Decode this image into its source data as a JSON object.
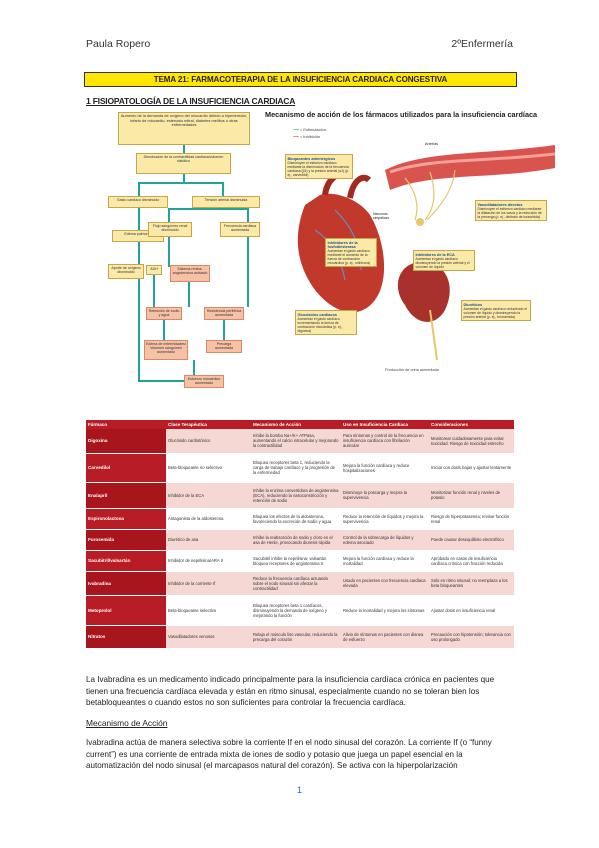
{
  "header": {
    "author": "Paula Ropero",
    "course": "2ºEnfermería"
  },
  "title": "TEMA 21: FARMACOTERAPIA DE LA INSUFICIENCIA CARDIACA CONGESTIVA",
  "section": "1 FISIOPATOLOGÍA DE LA INSUFICIENCIA CARDIACA",
  "flowchart": {
    "top": "Aumento de la demanda de oxígeno del miocardio debido a hipertensión, infarto de miocardio, estenosis mitral, diabetes mellitus u otras enfermedades",
    "contractility": "Disminución de la contractilidad cardiaca/volumen sistólico",
    "output_down": "Gasto cardiaco disminuido",
    "pressure_down": "Tensión arterial disminuida",
    "pulmonary": "Edema pulmonar",
    "renal_flow": "Flujo sanguíneo renal disminuido",
    "heart_rate": "Frecuencia cardiaca aumentada",
    "oxygen": "Aporte de oxígeno disminuido",
    "adh": "ADH",
    "raas": "Sistema renina-angiotensina activado",
    "retention": "Retención de sodio y agua",
    "resistance": "Resistencia periférica aumentada",
    "edema": "Edema de extremidades/ Volumen sanguíneo aumentado",
    "preload": "Precarga aumentada",
    "effort": "Esfuerzo miocárdico aumentado"
  },
  "illustration": {
    "title": "Mecanismo de acción de los fármacos utilizados para la insuficiencia cardíaca",
    "legend_stim": "= Estimulación",
    "legend_inhib": "= Inhibición",
    "arteries": "Arterias",
    "nerves": "Neuronas simpáticas",
    "caption": "Producción de orina aumentada",
    "callouts": [
      {
        "name": "Bloqueantes adrenérgicos",
        "text": "Disminuyen el esfuerzo cardiaco mediante la disminución de la frecuencia cardíaca (β1) y la presión arterial (α1) (p. ej., carvedilol)"
      },
      {
        "name": "Vasodilatadores directos",
        "text": "Disminuyen el esfuerzo cardiaco mediante la dilatación de los vasos y la reducción de la precarga (p. ej., dinitrato de isosorbida)"
      },
      {
        "name": "Inhibidores de la fosfodiesterasa",
        "text": "Aumentan el gasto cardíaco mediante el aumento de la fuerza de contracción miocárdica (p. ej., milrinona)"
      },
      {
        "name": "Inhibidores de la ECA",
        "text": "Aumentan el gasto cardíaco disminuyendo la presión arterial y el volumen de líquido"
      },
      {
        "name": "Diuréticos",
        "text": "Aumentan el gasto cardíaco reduciendo el volumen de líquido y disminuyendo la presión arterial (p. ej., furosemida)"
      },
      {
        "name": "Glucósidos cardiacos",
        "text": "Aumentan el gasto cardíaco incrementando la fuerza de contracción miocárdica (p. ej., digoxina)"
      }
    ]
  },
  "table": {
    "headers": [
      "Fármaco",
      "Clase Terapéutica",
      "Mecanismo de Acción",
      "Uso en Insuficiencia Cardíaca",
      "Consideraciones"
    ],
    "rows": [
      [
        "Digoxina",
        "Glucósido cardiotónico",
        "Inhibe la bomba Na+/K+ ATPasa, aumentando el calcio intracelular y mejorando la contractilidad",
        "Para síntomas y control de la frecuencia en insuficiencia cardíaca con fibrilación auricular",
        "Monitorear cuidadosamente para evitar toxicidad. Riesgo de toxicidad estrecho"
      ],
      [
        "Carvedilol",
        "Beta-bloqueante no selectivo",
        "Bloquea receptores beta 1, reduciendo la carga de trabajo cardíaco y la progresión de la enfermedad",
        "Mejora la función cardíaca y reduce hospitalizaciones",
        "Iniciar con dosis bajas y ajustar lentamente"
      ],
      [
        "Enalapril",
        "Inhibidor de la ECA",
        "Inhibe la enzima convertidora de angiotensina (ECA), reduciendo la vasoconstricción y retención de sodio",
        "Disminuye la poscarga y mejora la supervivencia",
        "Monitorizar función renal y niveles de potasio"
      ],
      [
        "Espironolactona",
        "Antagonista de la aldosterona",
        "Bloquea los efectos de la aldosterona, favoreciendo la excreción de sodio y agua",
        "Reduce la retención de líquidos y mejora la supervivencia",
        "Riesgo de hiperpotasemia; revisar función renal"
      ],
      [
        "Furosemida",
        "Diurético de asa",
        "Inhibe la reabsorción de sodio y cloro en el asa de Henle, provocando diuresis rápida",
        "Control de la sobrecarga de líquidos y edema asociado",
        "Puede causar desequilibrio electrolítico"
      ],
      [
        "Sacubitril/valsartán",
        "Inhibidor de neprilisina/ARA II",
        "Sacubitril inhibe la neprilisina; valsartán bloquea receptores de angiotensina II",
        "Mejora la función cardíaca y reduce la mortalidad",
        "Aprobado en casos de insuficiencia cardíaca crónica con fracción reducida"
      ],
      [
        "Ivabradina",
        "Inhibidor de la corriente If",
        "Reduce la frecuencia cardíaca actuando sobre el nodo sinusal sin afectar la contractilidad",
        "Usado en pacientes con frecuencia cardíaca elevada",
        "Solo en ritmo sinusal; no reemplaza a los beta bloqueantes"
      ],
      [
        "Metoprolol",
        "Beta-bloqueante selectivo",
        "Bloquea receptores beta 1 cardíacos, disminuyendo la demanda de oxígeno y mejorando la función",
        "Reduce la mortalidad y mejora los síntomas",
        "Ajustar dosis en insuficiencia renal"
      ],
      [
        "Nitratos",
        "Vasodilatadores venosos",
        "Relaja el músculo liso vascular, reduciendo la precarga del corazón",
        "Alivio de síntomas en pacientes con disnea de esfuerzo",
        "Precaución con hipotensión; tolerancia con uso prolongado"
      ]
    ]
  },
  "paragraph1": "La Ivabradina es un medicamento indicado principalmente para la insuficiencia cardíaca crónica en pacientes que tienen una frecuencia cardíaca elevada y están en ritmo sinusal, especialmente cuando no se toleran bien los betabloqueantes o cuando estos no son suficientes para controlar la frecuencia cardíaca.",
  "mech_heading": "Mecanismo de Acción",
  "paragraph2": "Ivabradina actúa de manera selectiva sobre la corriente If en el nodo sinusal del corazón. La corriente If (o “funny current”) es una corriente de entrada mixta de iones de sodio y potasio que juega un papel esencial en la automatización del nodo sinusal (el marcapasos natural del corazón). Se activa con la hiperpolarización",
  "page_number": "1",
  "colors": {
    "title_bar": "#ffe600",
    "table_red": "#b81c24",
    "row_pink": "#f5d7d4",
    "flow_teal": "#22a39a"
  }
}
